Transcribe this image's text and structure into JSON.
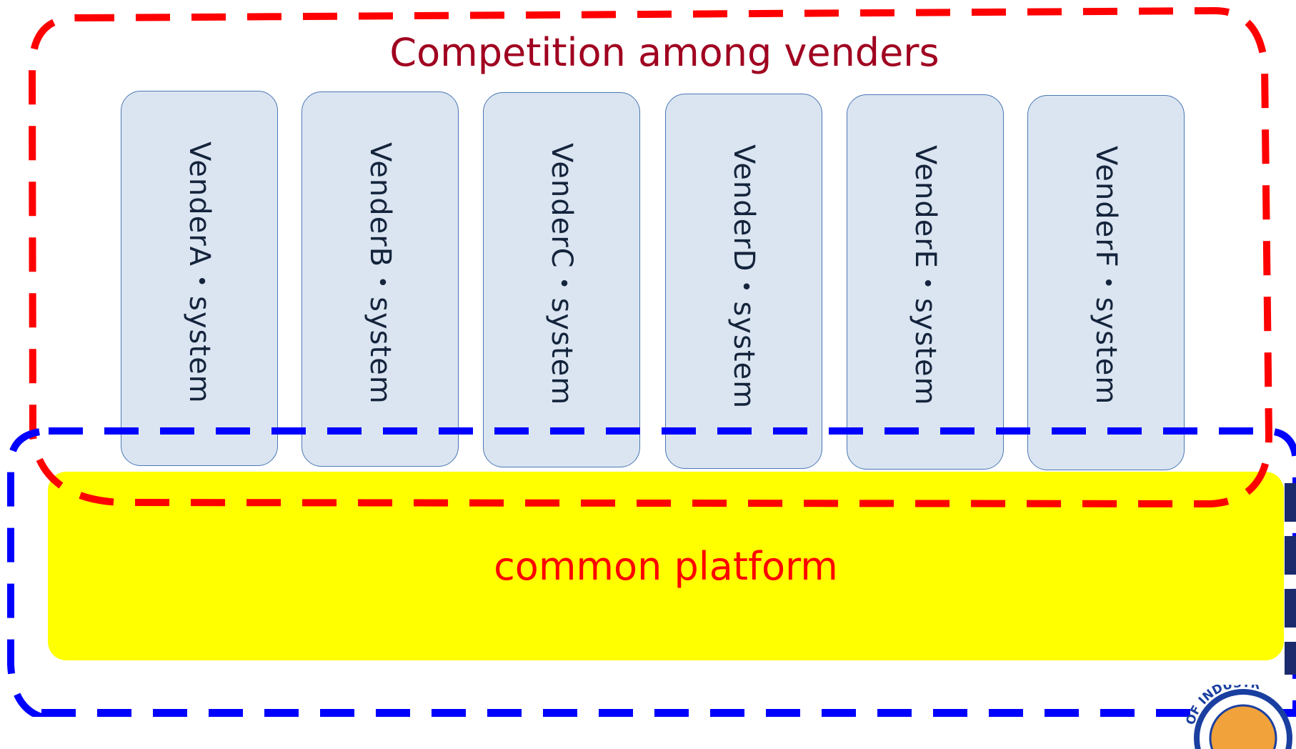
{
  "title": "Competition among venders",
  "platform": {
    "label": "common platform"
  },
  "vendors": [
    {
      "label": "VenderA・system"
    },
    {
      "label": "VenderB・system"
    },
    {
      "label": "VenderC・system"
    },
    {
      "label": "VenderD・system"
    },
    {
      "label": "VenderE・system"
    },
    {
      "label": "VenderF・system"
    }
  ],
  "logo": {
    "text": "OF INDUSTR"
  },
  "colors": {
    "competition_boundary": "#ff0000",
    "platform_boundary": "#0000ff",
    "platform_fill": "#ffff00",
    "vendor_fill": "#dbe5f1",
    "vendor_border": "#4a78b5",
    "title_text": "#a00020",
    "platform_text": "#ff0000"
  }
}
